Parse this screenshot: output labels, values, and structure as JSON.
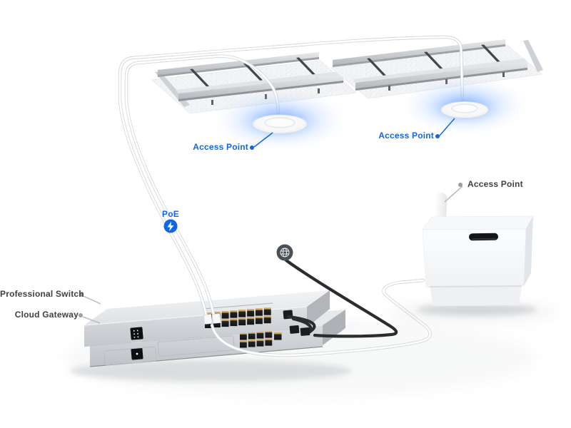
{
  "labels": {
    "ceiling_ap_left": "Access Point",
    "ceiling_ap_right": "Access Point",
    "standalone_ap": "Access Point",
    "poe": "PoE",
    "professional_switch": "Professional Switch",
    "cloud_gateway": "Cloud Gateway"
  },
  "icons": {
    "poe_badge": "lightning-bolt-icon",
    "internet_badge": "globe-icon"
  },
  "colors": {
    "accent-blue": "#1166e3",
    "label-dark": "#3c4145",
    "leader-gray": "#b7bbbf",
    "dot-gray": "#9aa0a6",
    "glow-blue": "#4f93ff",
    "cable-white": "#ffffff",
    "cable-black": "#2a2c2f",
    "background": "#ffffff"
  }
}
